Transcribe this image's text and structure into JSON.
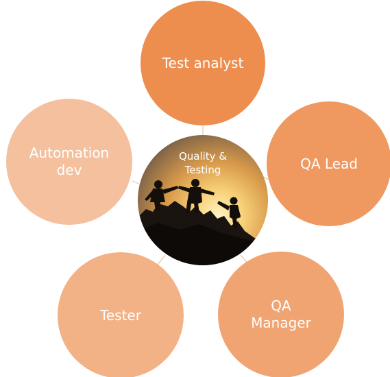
{
  "center": {
    "label": "Quality &\nTesting",
    "image": "people-helping-climb-mountain-silhouette"
  },
  "nodes": {
    "test_analyst": "Test analyst",
    "qa_lead": "QA Lead",
    "qa_manager": "QA\nManager",
    "tester": "Tester",
    "automation_dev": "Automation\ndev"
  },
  "colors": {
    "test_analyst": "#ED8D4E",
    "qa_lead": "#EF9860",
    "qa_manager": "#F0A472",
    "tester": "#F2B285",
    "automation_dev": "#F4C09E",
    "connector": "#F3BE98"
  }
}
